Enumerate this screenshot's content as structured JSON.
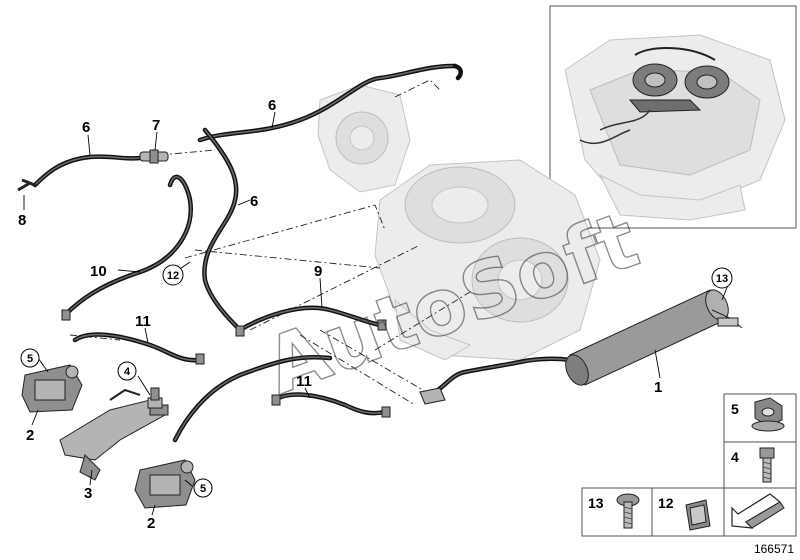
{
  "diagram": {
    "watermark": "AutoSoft",
    "reference_number": "166571",
    "callouts": [
      {
        "id": "c1",
        "label": "1"
      },
      {
        "id": "c2a",
        "label": "2"
      },
      {
        "id": "c2b",
        "label": "2"
      },
      {
        "id": "c3",
        "label": "3"
      },
      {
        "id": "c4",
        "label": "4"
      },
      {
        "id": "c5a",
        "label": "5"
      },
      {
        "id": "c5b",
        "label": "5"
      },
      {
        "id": "c6a",
        "label": "6"
      },
      {
        "id": "c6b",
        "label": "6"
      },
      {
        "id": "c6c",
        "label": "6"
      },
      {
        "id": "c7",
        "label": "7"
      },
      {
        "id": "c8",
        "label": "8"
      },
      {
        "id": "c9",
        "label": "9"
      },
      {
        "id": "c10",
        "label": "10"
      },
      {
        "id": "c11a",
        "label": "11"
      },
      {
        "id": "c11b",
        "label": "11"
      },
      {
        "id": "c12",
        "label": "12"
      },
      {
        "id": "c13",
        "label": "13"
      }
    ],
    "legend": [
      {
        "id": "l5",
        "label": "5",
        "icon": "nut-icon"
      },
      {
        "id": "l4",
        "label": "4",
        "icon": "bolt-icon"
      },
      {
        "id": "l13",
        "label": "13",
        "icon": "screw-icon"
      },
      {
        "id": "l12",
        "label": "12",
        "icon": "clip-nut-icon"
      },
      {
        "id": "larrow",
        "label": "",
        "icon": "arrow-icon"
      }
    ]
  }
}
